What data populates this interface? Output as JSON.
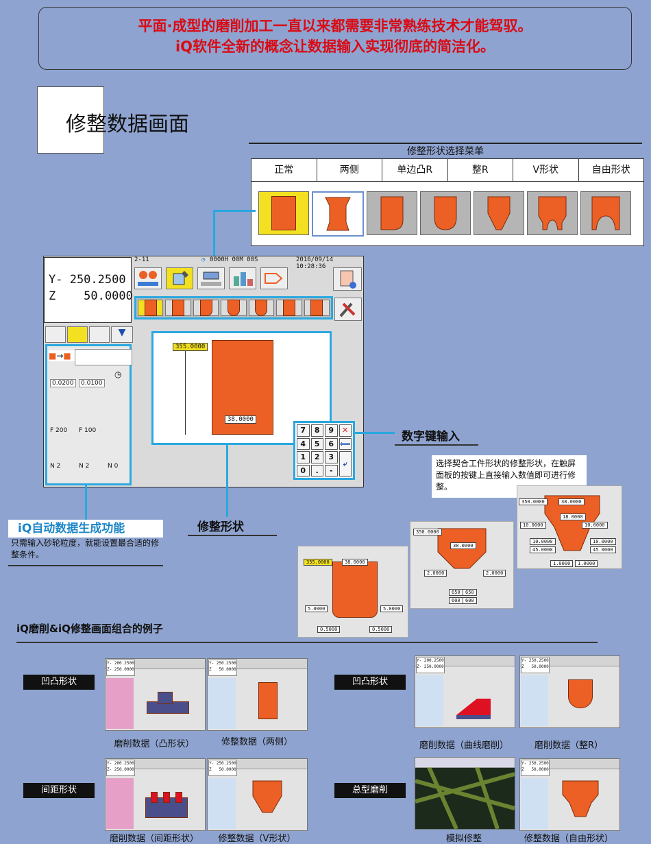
{
  "banner": {
    "line1": "平面·成型的磨削加工一直以来都需要非常熟练技术才能驾驭。",
    "line2": "iQ软件全新的概念让数据输入实现彻底的简洁化。"
  },
  "section_title": "修整数据画面",
  "shape_menu": {
    "title": "修整形状选择菜单",
    "tabs": [
      "正常",
      "两侧",
      "单边凸R",
      "整R",
      "V形状",
      "自由形状"
    ]
  },
  "screen": {
    "coord_y": "Y- 250.2500",
    "coord_z": "Z    50.0000",
    "status_left": "2-11",
    "status_timer": "0000H  00M  00S",
    "status_datetime": "2016/09/14  10:28:36",
    "dim_height": "355.0000",
    "dim_width": "38.0000",
    "left_values": [
      "0.0200",
      "0.0100"
    ],
    "feed_values": [
      "200",
      "100"
    ],
    "n_values": [
      "2",
      "2",
      "0"
    ],
    "keys": [
      "7",
      "8",
      "9",
      "✕",
      "4",
      "5",
      "6",
      "⟸",
      "1",
      "2",
      "3",
      "⤶",
      "0",
      ".",
      "-",
      ""
    ]
  },
  "labels": {
    "keypad_callout": "数字键输入",
    "shape_callout": "修整形状",
    "iq_auto_title": "iQ自动数据生成功能",
    "iq_auto_desc": "只需输入砂轮粒度，就能设置最合适的修整条件。",
    "note": "选择契合工件形状的修整形状，在触屏面板的按键上直接输入数值即可进行修整。"
  },
  "samples": {
    "s1": {
      "h": "355.0000",
      "w": "38.0000",
      "a": "5.0000",
      "b": "5.0000",
      "c": "0.5000",
      "d": "0.5000"
    },
    "s2": {
      "h": "350.0000",
      "w": "38.0000",
      "a": "2.0000",
      "b": "2.0000",
      "v1": "650",
      "v2": "650",
      "v3": "600",
      "v4": "600"
    },
    "s3": {
      "h": "350.0000",
      "w": "38.0000",
      "m": "18.0000",
      "a": "10.0000",
      "b": "10.0000",
      "c": "10.0000",
      "d": "10.0000",
      "e": "45.0000",
      "f": "45.0000",
      "g": "1.0000",
      "i": "1.0000"
    }
  },
  "combo": {
    "title": "iQ磨削&iQ修整画面组合的例子",
    "tags": [
      "凹凸形状",
      "凹凸形状",
      "间距形状",
      "总型磨削"
    ],
    "captions": [
      "磨削数据（凸形状）",
      "修整数据（两侧）",
      "磨削数据（曲线磨削）",
      "磨削数据（整R）",
      "磨削数据（间距形状）",
      "修整数据（V形状）",
      "模拟修整",
      "修整数据（自由形状）"
    ],
    "thumb_coords_a": "Y- 200.2500\nZ- 250.0000",
    "thumb_coords_b": "Y- 250.2500\nZ   50.0000"
  }
}
